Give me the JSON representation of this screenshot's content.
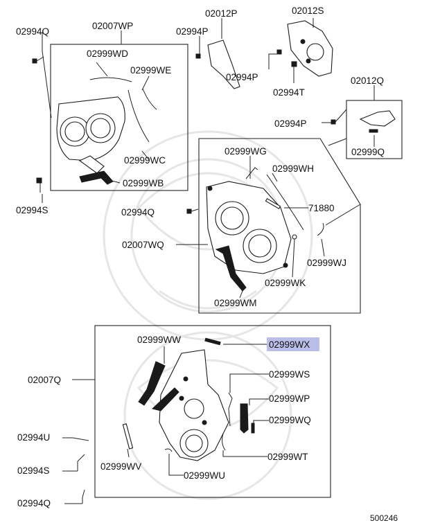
{
  "labels": {
    "p02994Q_a": "02994Q",
    "p02007WP": "02007WP",
    "p02994P_a": "02994P",
    "p02012P": "02012P",
    "p02012S": "02012S",
    "p02999WD": "02999WD",
    "p02999WE": "02999WE",
    "p02994P_b": "02994P",
    "p02994T": "02994T",
    "p02012Q": "02012Q",
    "p02994P_c": "02994P",
    "p02999Q": "02999Q",
    "p02999WC": "02999WC",
    "p02999WB": "02999WB",
    "p02994S_a": "02994S",
    "p02999WG": "02999WG",
    "p02999WH": "02999WH",
    "p02994Q_b": "02994Q",
    "p71880": "71880",
    "p02007WQ": "02007WQ",
    "p02999WJ": "02999WJ",
    "p02999WK": "02999WK",
    "p02999WM": "02999WM",
    "p02999WW": "02999WW",
    "p02999WX": "02999WX",
    "p02007Q": "02007Q",
    "p02999WS": "02999WS",
    "p02999WP": "02999WP",
    "p02999WQ": "02999WQ",
    "p02994U": "02994U",
    "p02999WT": "02999WT",
    "p02994S_b": "02994S",
    "p02999WV": "02999WV",
    "p02999WU": "02999WU",
    "p02994Q_c": "02994Q",
    "diagram_id": "500246"
  },
  "highlight": {
    "label": "02999WX",
    "color": "#b9bfe8"
  }
}
